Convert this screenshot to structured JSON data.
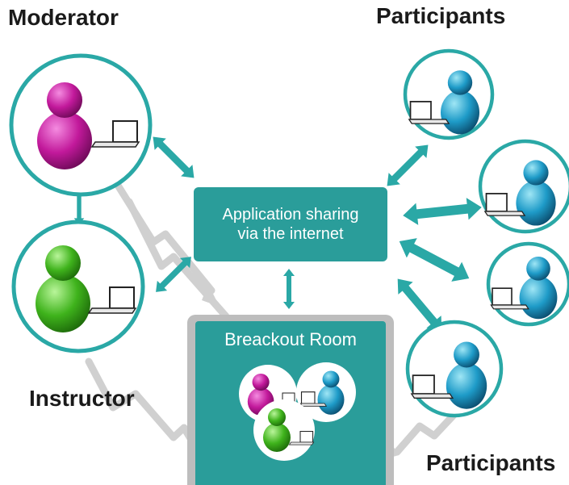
{
  "labels": {
    "moderator": "Moderator",
    "participants_top": "Participants",
    "instructor": "Instructor",
    "participants_bottom": "Participants"
  },
  "center_box": {
    "line1": "Application sharing",
    "line2": "via the internet"
  },
  "breakout": {
    "title": "Breackout Room"
  },
  "colors": {
    "teal": "#2aa8a6",
    "teal_box": "#2a9d9a",
    "connector_gray": "#c8c8c8",
    "moderator_magenta": "#c2199b",
    "instructor_green": "#3fb31c",
    "participant_blue": "#1e9bc8"
  },
  "icons": [
    "user-laptop-icon",
    "double-arrow-icon",
    "zigzag-link-icon"
  ]
}
